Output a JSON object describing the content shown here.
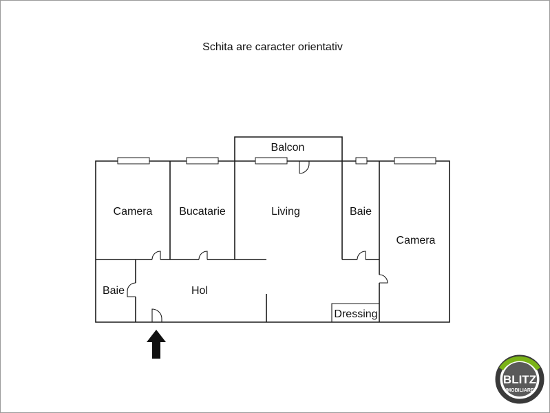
{
  "note": "Schita are caracter orientativ",
  "rooms": {
    "camera_left": "Camera",
    "bucatarie": "Bucatarie",
    "living": "Living",
    "baie_right": "Baie",
    "camera_right": "Camera",
    "balcon": "Balcon",
    "baie_left": "Baie",
    "hol": "Hol",
    "dressing": "Dressing"
  },
  "logo": {
    "name": "BLITZ",
    "tagline": "IMOBILIARE",
    "ring_color": "#3a3a3a",
    "accent_color": "#7ab317"
  },
  "colors": {
    "walls": "#1a1a1a",
    "background": "#ffffff"
  }
}
